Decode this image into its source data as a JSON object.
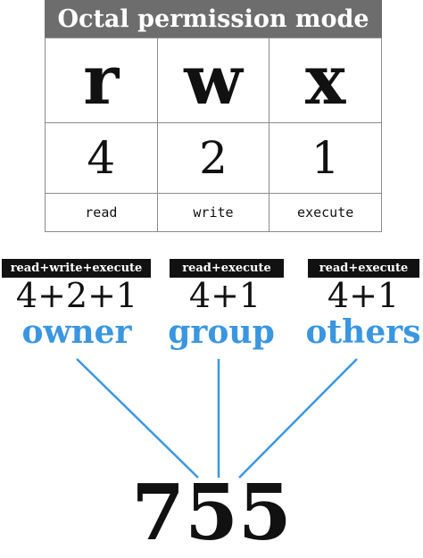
{
  "title": "Octal permission mode",
  "table": {
    "letters": [
      "r",
      "w",
      "x"
    ],
    "values": [
      "4",
      "2",
      "1"
    ],
    "words": [
      "read",
      "write",
      "execute"
    ]
  },
  "groups": [
    {
      "badge": "read+write+execute",
      "sum": "4+2+1",
      "name": "owner"
    },
    {
      "badge": "read+execute",
      "sum": "4+1",
      "name": "group"
    },
    {
      "badge": "read+execute",
      "sum": "4+1",
      "name": "others"
    }
  ],
  "result": "755",
  "colors": {
    "accent": "#3b96e0",
    "title_bg": "#6d6d6d",
    "badge_bg": "#111111"
  }
}
